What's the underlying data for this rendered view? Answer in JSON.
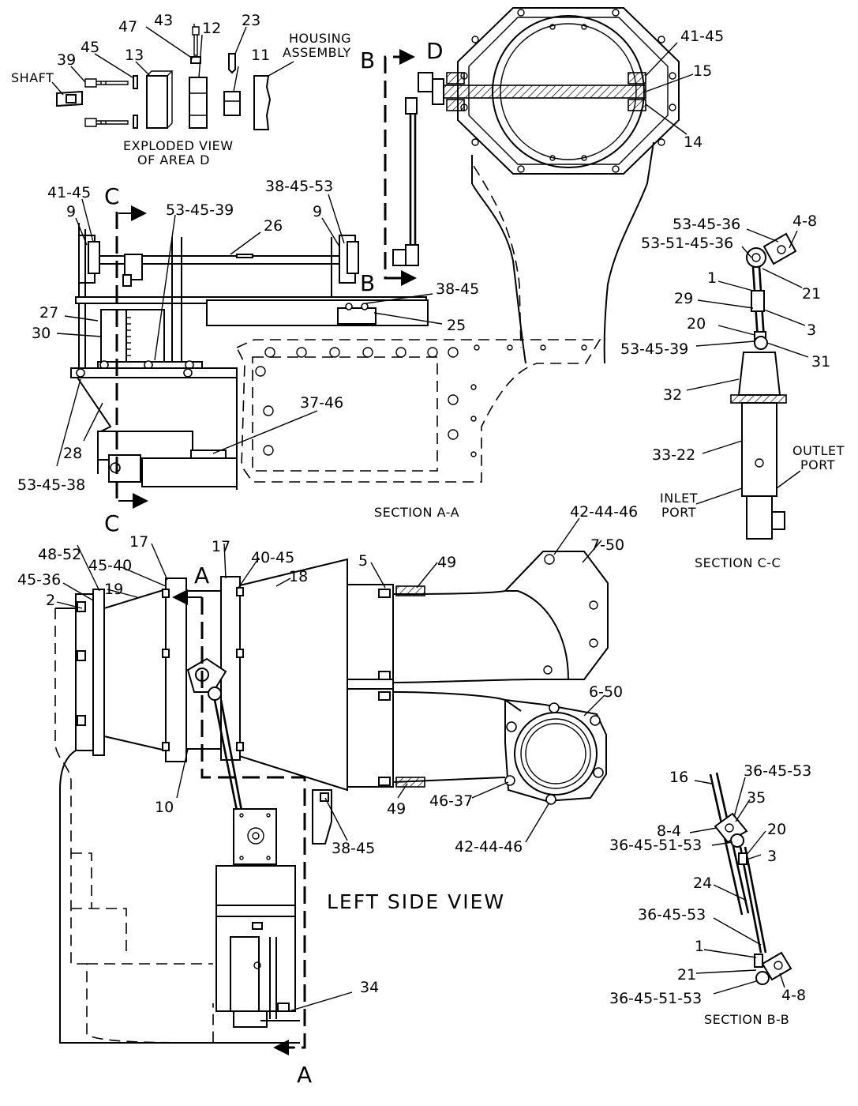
{
  "views": {
    "exploded": {
      "title_line1": "EXPLODED VIEW",
      "title_line2": "OF AREA D",
      "shaft": "SHAFT",
      "housing_line1": "HOUSING",
      "housing_line2": "ASSEMBLY"
    },
    "section_aa": {
      "title": "SECTION A-A"
    },
    "section_cc": {
      "title": "SECTION C-C",
      "outlet_line1": "OUTLET",
      "outlet_line2": "PORT",
      "inlet_line1": "INLET",
      "inlet_line2": "PORT"
    },
    "section_bb": {
      "title": "SECTION B-B"
    },
    "left_side": {
      "title": "LEFT SIDE VIEW"
    }
  },
  "section_markers": {
    "b": "B",
    "d": "D",
    "c": "C",
    "a": "A"
  },
  "callouts": {
    "exploded": [
      "43",
      "47",
      "12",
      "23",
      "45",
      "13",
      "39",
      "11"
    ],
    "top_right": [
      "41-45",
      "15",
      "14"
    ],
    "section_aa": [
      "41-45",
      "9",
      "53-45-39",
      "26",
      "38-45-53",
      "9",
      "27",
      "30",
      "38-45",
      "25",
      "37-46",
      "28",
      "53-45-38"
    ],
    "section_cc": [
      "53-45-36",
      "4-8",
      "53-51-45-36",
      "1",
      "21",
      "29",
      "3",
      "20",
      "53-45-39",
      "31",
      "32",
      "33-22"
    ],
    "left_side": [
      "42-44-46",
      "7-50",
      "5",
      "49",
      "48-52",
      "17",
      "17",
      "40-45",
      "45-40",
      "18",
      "45-36",
      "19",
      "2",
      "6-50",
      "10",
      "49",
      "46-37",
      "42-44-46",
      "38-45",
      "34"
    ],
    "section_bb": [
      "16",
      "36-45-53",
      "35",
      "8-4",
      "20",
      "36-45-51-53",
      "3",
      "24",
      "36-45-53",
      "1",
      "21",
      "4-8",
      "36-45-51-53"
    ]
  }
}
